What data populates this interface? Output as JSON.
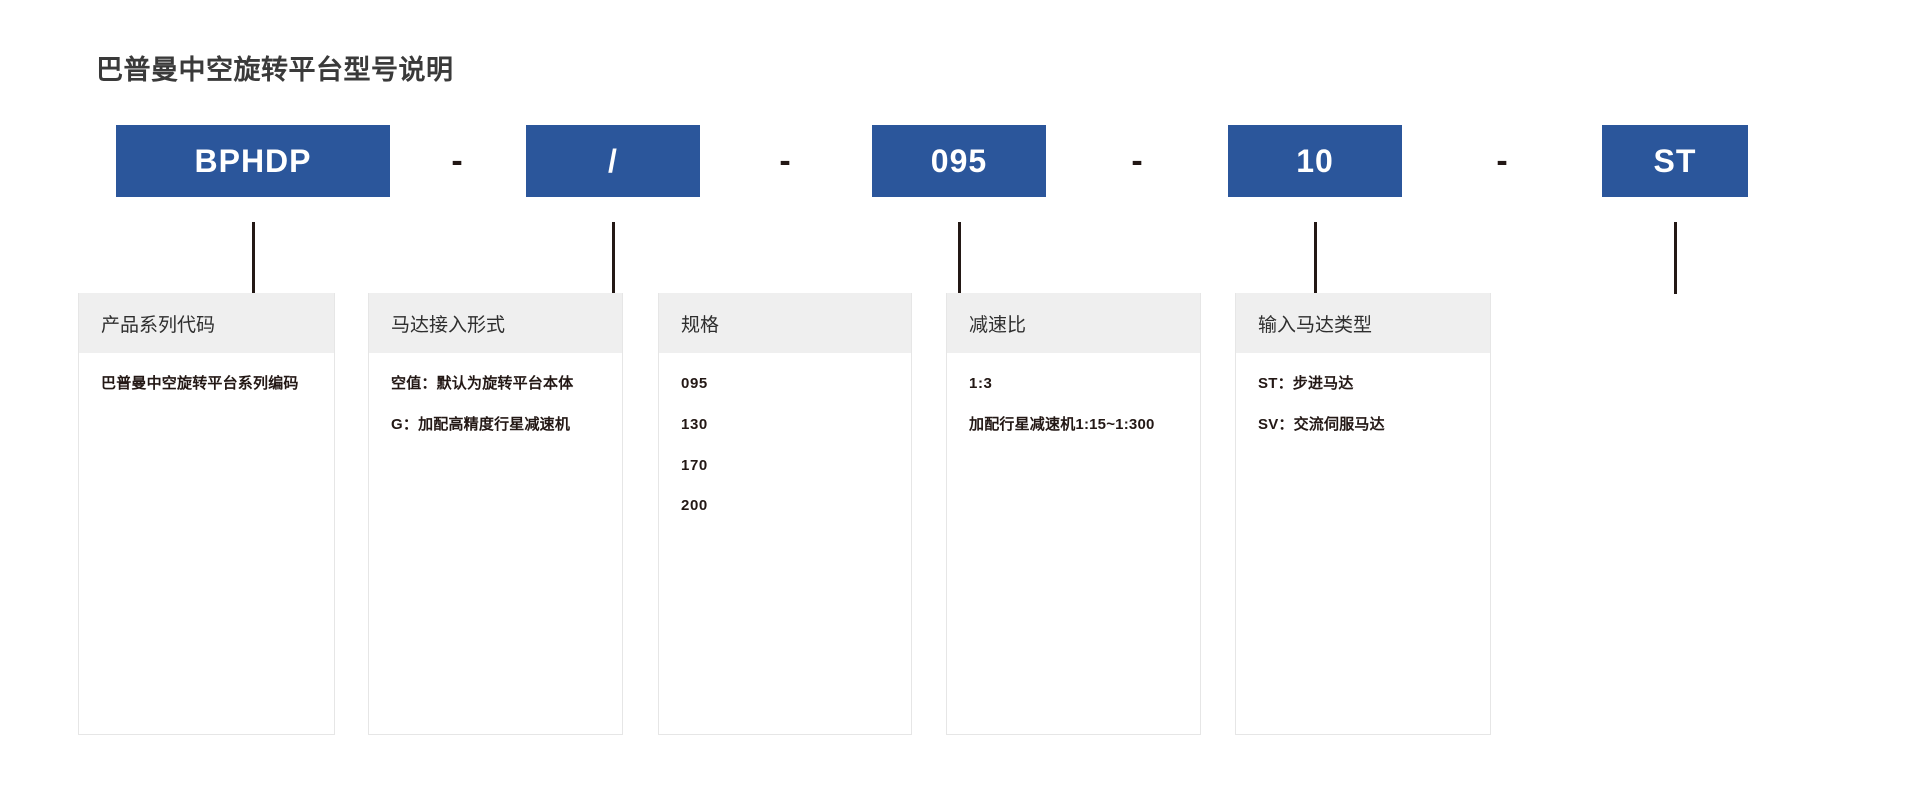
{
  "page": {
    "title": "巴普曼中空旋转平台型号说明",
    "accent_color": "#2B569B",
    "header_bg_color": "#efefef",
    "text_color": "#231815"
  },
  "code_row": {
    "separator": "-",
    "chips": [
      {
        "label": "BPHDP"
      },
      {
        "label": "/"
      },
      {
        "label": "095"
      },
      {
        "label": "10"
      },
      {
        "label": "ST"
      }
    ],
    "separators": [
      "-",
      "-",
      "-",
      "-"
    ]
  },
  "panels": [
    {
      "header": "产品系列代码",
      "lines": [
        "巴普曼中空旋转平台系列编码"
      ]
    },
    {
      "header": "马达接入形式",
      "lines": [
        "空值：默认为旋转平台本体",
        "G：加配高精度行星减速机"
      ]
    },
    {
      "header": "规格",
      "lines": [
        "095",
        "130",
        "170",
        "200"
      ]
    },
    {
      "header": "减速比",
      "lines": [
        "1:3",
        "加配行星减速机1:15~1:300"
      ]
    },
    {
      "header": "输入马达类型",
      "lines": [
        "ST：步进马达",
        "SV：交流伺服马达"
      ]
    }
  ]
}
